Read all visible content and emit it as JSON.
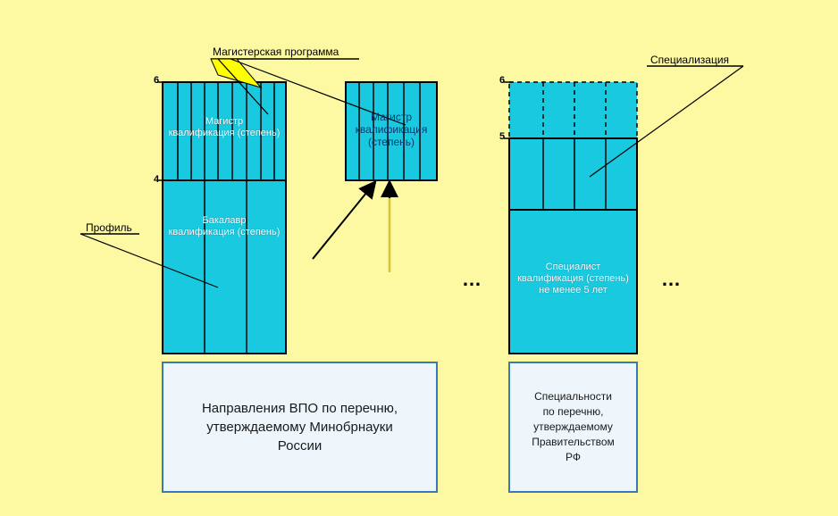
{
  "labels": {
    "master_program": "Магистерская программа",
    "specialization": "Специализация",
    "profile": "Профиль"
  },
  "ticks": {
    "left_top": "6",
    "left_mid": "4",
    "right_top": "6",
    "right_mid": "5"
  },
  "blocks": {
    "master_left_line1": "Магистр",
    "master_left_line2": "квалификация (степень)",
    "bachelor_line1": "Бакалавр",
    "bachelor_line2": "квалификация (степень)",
    "master_mid_line1": "Магистр",
    "master_mid_line2": "квалификация",
    "master_mid_line3": "(степень)",
    "specialist_line1": "Специалист",
    "specialist_line2": "квалификация (степень)",
    "specialist_line3": "не менее 5 лет"
  },
  "bottom": {
    "left_line1": "Направления ВПО по перечню,",
    "left_line2": "утверждаемому Минобрнауки",
    "left_line3": "России",
    "right_line1": "Специальности",
    "right_line2": "по перечню,",
    "right_line3": "утверждаемому",
    "right_line4": "Правительством",
    "right_line5": "РФ"
  },
  "ellipsis": {
    "mid": "…",
    "right": "…"
  },
  "colors": {
    "background": "#fdf8a2",
    "block_fill": "#18c9e0",
    "bottom_fill": "#eef6fb",
    "bottom_border": "#3b78b8",
    "callout_fill": "#ffff00"
  }
}
